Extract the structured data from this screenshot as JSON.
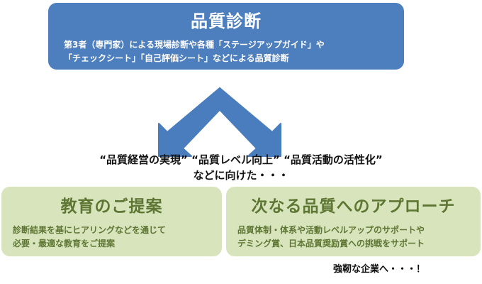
{
  "top": {
    "title": "品質診断",
    "desc_line1": "第3者（専門家）による現場診断や各種「ステージアップガイド」や",
    "desc_line2": "「チェックシート」「自己評価シート」などによる品質診断"
  },
  "middle": {
    "line1": "“品質経営の実現” “品質レベル向上” “品質活動の活性化”",
    "line2": "などに向けた・・・"
  },
  "left_box": {
    "title": "教育のご提案",
    "desc_line1": "診断結果を基にヒアリングなどを通じて",
    "desc_line2": "必要・最適な教育をご提案"
  },
  "right_box": {
    "title": "次なる品質へのアプローチ",
    "desc_line1": "品質体制・体系や活動レベルアップのサポートや",
    "desc_line2": "デミング賞、日本品質奨励賞への挑戦をサポート"
  },
  "closing": "強靭な企業へ・・・！",
  "colors": {
    "top_box": "#4d7ebe",
    "arrow": "#4a7dbd",
    "bottom_box": "#d7e4bc",
    "bottom_text": "#5e7633"
  }
}
